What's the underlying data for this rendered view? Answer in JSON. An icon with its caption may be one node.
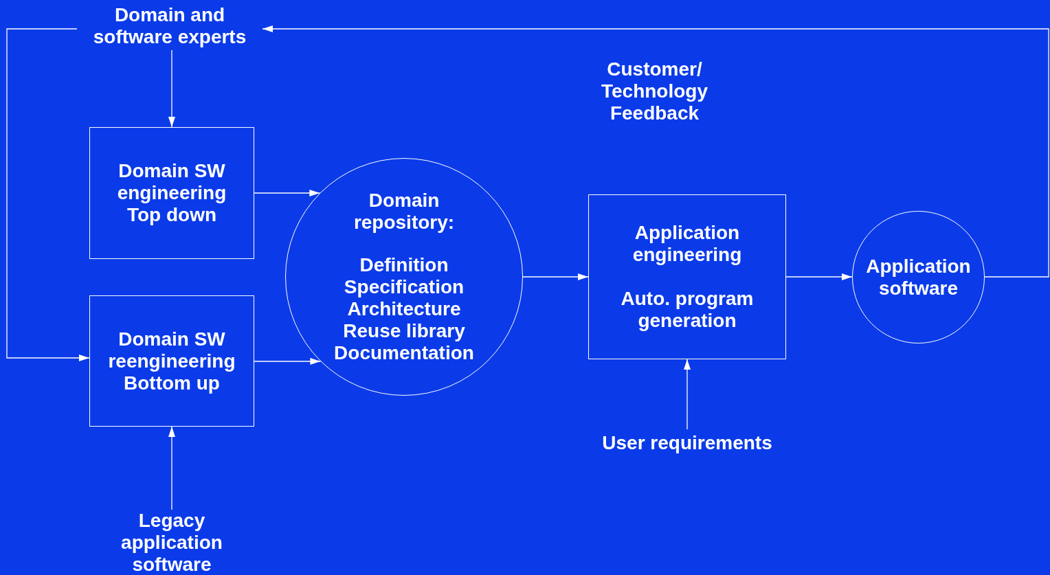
{
  "diagram": {
    "nodes": [
      {
        "text": [
          "Domain and software experts"
        ]
      },
      {
        "text": [
          "Domain SW engineering Top down"
        ]
      },
      {
        "text": [
          "Domain SW reengineering Bottom up"
        ]
      },
      {
        "text": [
          "Domain repository:",
          "Definition Specification Architecture Reuse library Documentation"
        ]
      },
      {
        "text": [
          "Application engineering",
          "Auto. program generation"
        ]
      },
      {
        "text": [
          "Application software"
        ]
      },
      {
        "text": [
          "User requirements"
        ]
      },
      {
        "text": [
          "Legacy application software"
        ]
      }
    ],
    "edges": [
      {
        "from": 5,
        "to": 0,
        "arrow": "to",
        "label": "Customer/ Technology Feedback"
      },
      {
        "from": 0,
        "to": 1,
        "arrow": "to"
      },
      {
        "from": 0,
        "to": 2,
        "arrow": "to"
      },
      {
        "from": 1,
        "to": 3,
        "arrow": "to"
      },
      {
        "from": 2,
        "to": 3,
        "arrow": "to"
      },
      {
        "from": 3,
        "to": 4,
        "arrow": "to"
      },
      {
        "from": 4,
        "to": 5,
        "arrow": "to"
      },
      {
        "from": 6,
        "to": 4,
        "arrow": "to"
      },
      {
        "from": 7,
        "to": 2,
        "arrow": "to"
      }
    ]
  }
}
